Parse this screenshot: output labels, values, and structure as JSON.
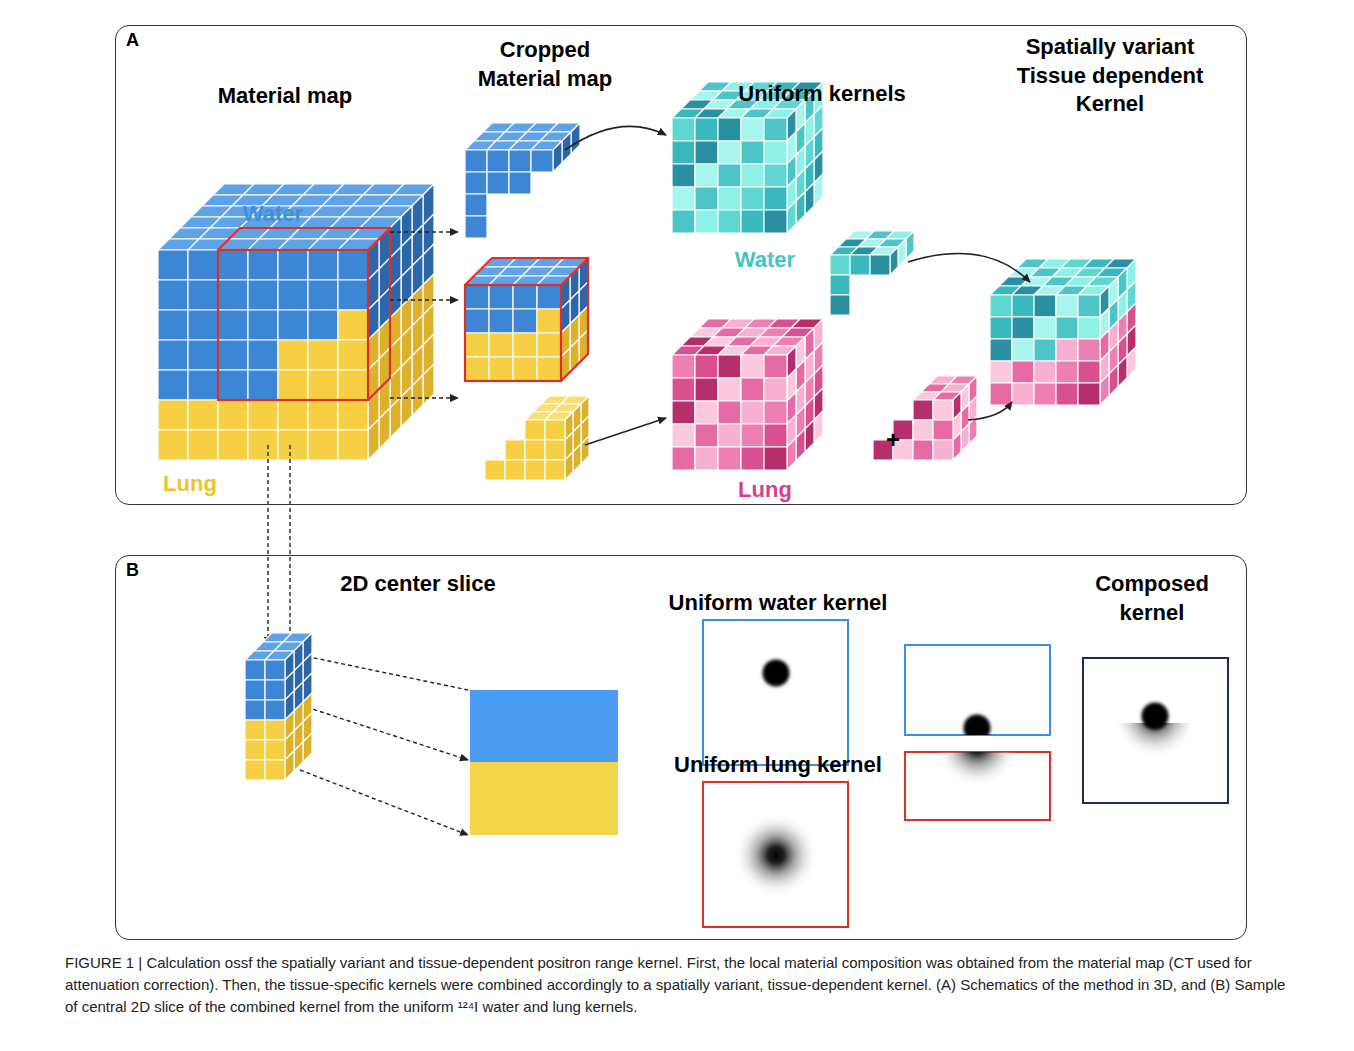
{
  "diagram": {
    "caption": "FIGURE 1 | Calculation ossf the spatially variant and tissue-dependent positron range kernel. First, the local material composition was obtained from the material map (CT used for attenuation correction). Then, the tissue-specific kernels were combined accordingly to a spatially variant, tissue-dependent kernel. (A) Schematics of the method in 3D, and (B) Sample of central 2D slice of the combined kernel from the uniform ¹²⁴I water and lung kernels.",
    "nodes": [
      {
        "text": [
          "A"
        ]
      },
      {
        "text": [
          "B"
        ]
      }
    ],
    "labels": [
      "Material map",
      "Cropped Material map",
      "Uniform kernels",
      "Spatially variant Tissue dependent Kernel",
      "Water",
      "Lung",
      "Water",
      "Lung",
      "+",
      "2D center slice",
      "Uniform water kernel",
      "Uniform lung kernel",
      "Composed kernel"
    ]
  }
}
